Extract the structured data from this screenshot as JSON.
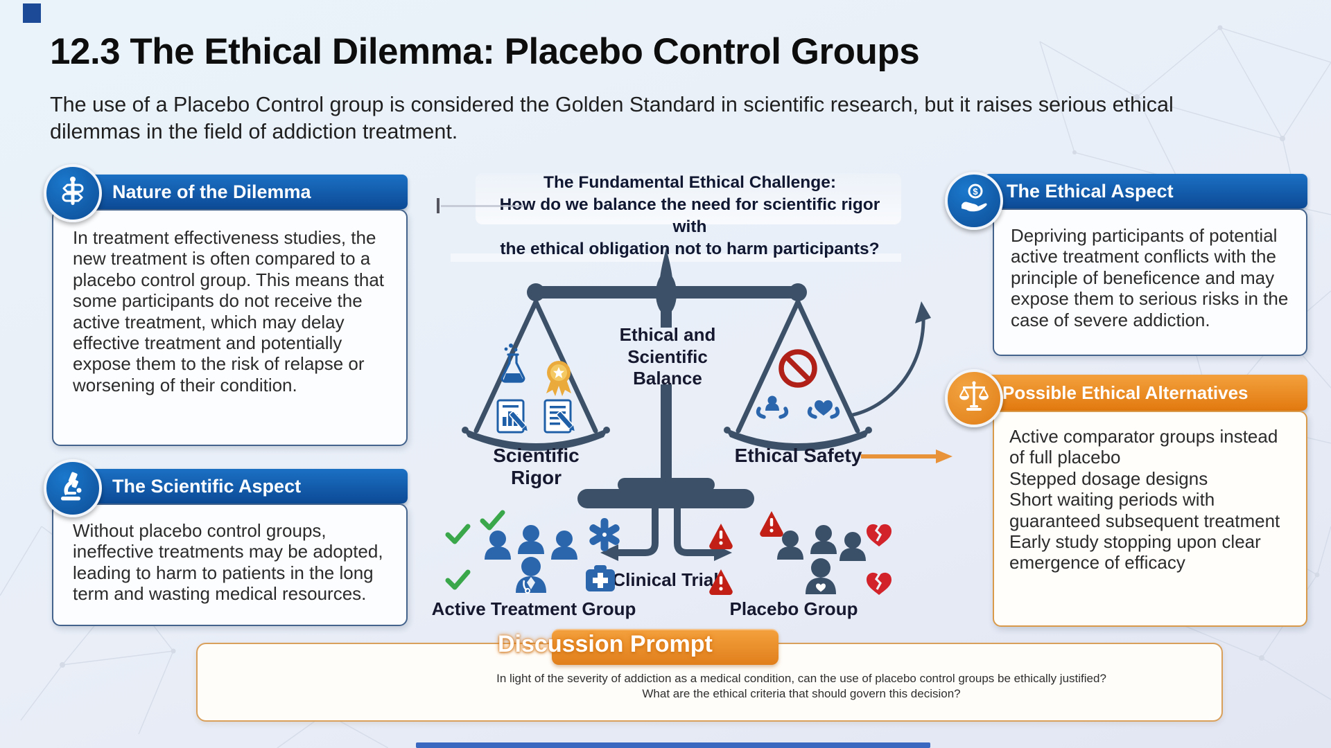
{
  "slide": {
    "title": "12.3 The Ethical Dilemma: Placebo Control Groups",
    "subtitle": "The use of a Placebo Control group is considered the Golden Standard in scientific research, but it raises serious ethical dilemmas in the field of addiction treatment."
  },
  "cards": {
    "nature": {
      "title": "Nature of the Dilemma",
      "body": "In treatment effectiveness studies, the new treatment is often compared to a placebo control group. This means that some participants do not receive the active treatment, which may delay effective treatment and potentially expose them to the risk of relapse or worsening of their condition.",
      "icon": "signpost-dilemma-icon"
    },
    "scientific": {
      "title": "The Scientific Aspect",
      "body": "Without placebo control groups, ineffective treatments may be adopted, leading to harm to patients in the long term and wasting medical resources.",
      "icon": "microscope-icon"
    },
    "ethical": {
      "title": "The Ethical Aspect",
      "body": "Depriving participants of potential active treatment conflicts with the principle of beneficence and may expose them to serious risks in the case of severe addiction.",
      "icon": "hand-coin-icon"
    },
    "alternatives": {
      "title": "Possible Ethical Alternatives",
      "items": [
        "Active comparator groups instead of full placebo",
        "Stepped dosage designs",
        "Short waiting periods with guaranteed subsequent treatment",
        "Early study stopping upon clear emergence of efficacy"
      ],
      "icon": "balance-scale-icon"
    }
  },
  "diagram": {
    "challenge": "The Fundamental Ethical Challenge:\nHow do we balance the need for scientific rigor with\nthe ethical obligation not to harm participants?",
    "balance_label": "Ethical and\nScientific\nBalance",
    "left_pan_label": "Scientific Rigor",
    "right_pan_label": "Ethical Safety",
    "clinical_label": "Clinical Trial",
    "left_group_label": "Active Treatment Group",
    "right_group_label": "Placebo Group"
  },
  "discussion": {
    "title": "Discussion Prompt",
    "body": "In light of the severity of addiction as a medical condition, can the use of placebo control groups be ethically justified? What are the ethical criteria that should govern this decision?"
  },
  "colors": {
    "header_blue": "#1266b4",
    "header_blue_dark": "#0c4a95",
    "accent_orange": "#e8882a",
    "scale_slate": "#3c5168",
    "person_blue": "#2b66ad",
    "check_green": "#3aa74a",
    "alert_red": "#c22016",
    "medal_gold": "#eaaa3c"
  }
}
